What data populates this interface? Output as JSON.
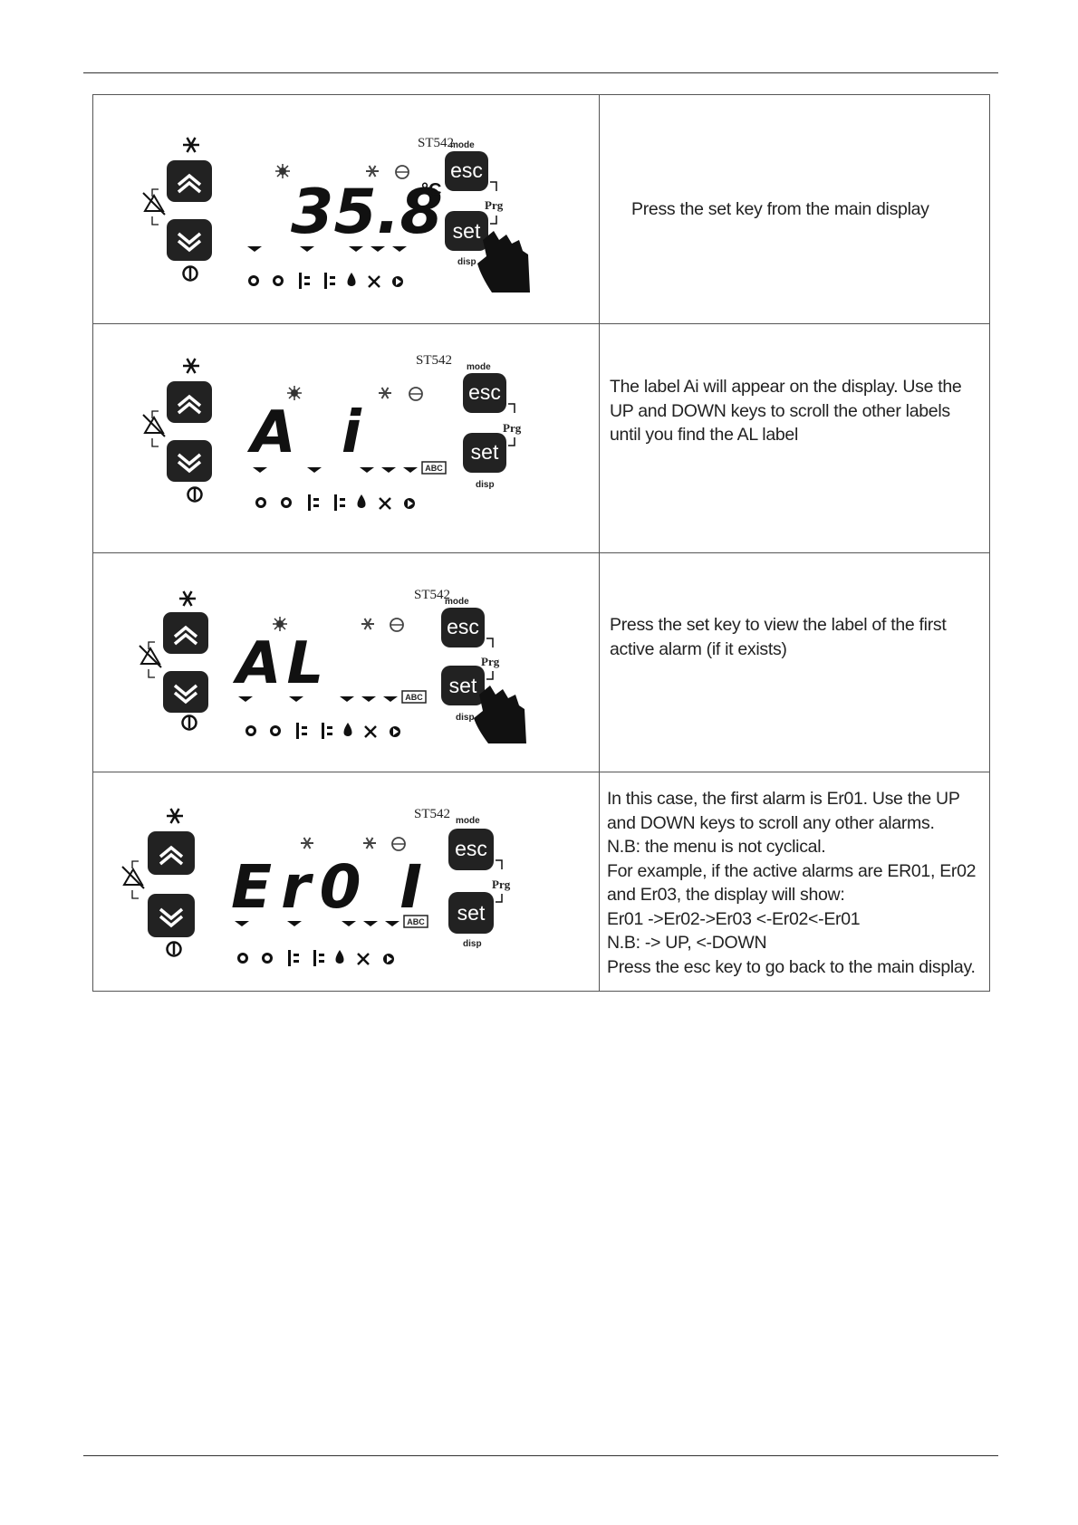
{
  "device": {
    "model": "ST542",
    "keys": {
      "esc": "esc",
      "set": "set",
      "mode": "mode",
      "prg": "Prg",
      "disp": "disp"
    },
    "unit": "°C",
    "abc_icon": "ABC",
    "icons": [
      "snowflake-icon",
      "up-arrow-icon",
      "alarm-mute-icon",
      "down-arrow-icon",
      "power-icon",
      "sun-icon",
      "defrost-icon",
      "clock-icon",
      "compressor-icon",
      "heater-icon",
      "fan-icon",
      "light-icon",
      "hand-pointer-icon"
    ]
  },
  "steps": [
    {
      "display": "35.8",
      "show_unit": true,
      "pressing": "set",
      "text": [
        "Press the set key from the main display"
      ]
    },
    {
      "display": "A i",
      "show_unit": false,
      "pressing": "",
      "text": [
        "The label Ai will appear on the display. Use the UP and DOWN keys to scroll the other labels until you find the AL label"
      ]
    },
    {
      "display": "AL",
      "show_unit": false,
      "pressing": "set",
      "text": [
        "Press the set key to view the label of the first active alarm (if it exists)"
      ]
    },
    {
      "display": "Er0 I",
      "show_unit": false,
      "pressing": "",
      "text": [
        "In this case, the first alarm is Er01. Use the UP and DOWN keys to scroll any other alarms.",
        "N.B: the menu is not cyclical.",
        "For example, if the active alarms are ER01, Er02 and Er03, the display will show:",
        "Er01 ->Er02->Er03 <-Er02<-Er01",
        "N.B: -> UP, <-DOWN",
        "Press the esc key to go back to the main display."
      ]
    }
  ]
}
